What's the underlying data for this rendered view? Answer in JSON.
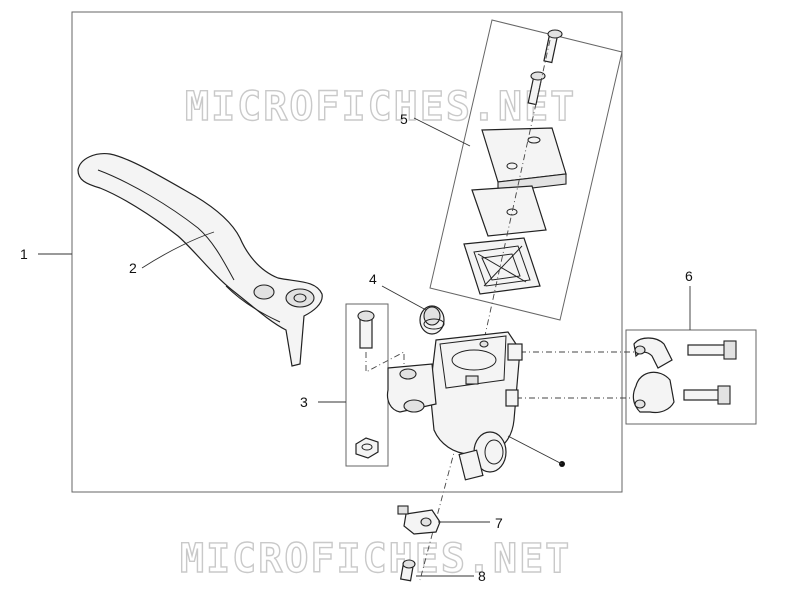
{
  "callouts": [
    "1",
    "2",
    "3",
    "4",
    "5",
    "6",
    "7",
    "8"
  ],
  "watermark": {
    "top": "MICROFICHES.NET",
    "bottom": "MICROFICHES.NET"
  },
  "colors": {
    "line": "#222222",
    "part_fill": "#f4f4f4",
    "watermark_stroke": "#c9c9c9"
  }
}
